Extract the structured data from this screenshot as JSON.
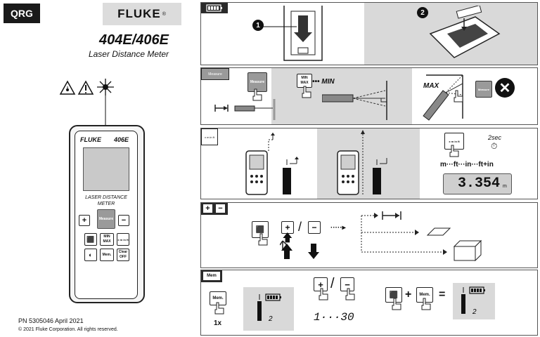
{
  "header": {
    "qrg": "QRG",
    "brand": "FLUKE",
    "brand_mark": "®",
    "model": "404E/406E",
    "subtitle": "Laser Distance Meter"
  },
  "device": {
    "brand": "FLUKE",
    "model": "406E",
    "label_line1": "LASER DISTANCE",
    "label_line2": "METER",
    "buttons": {
      "plus": "+",
      "minus": "−",
      "measure": "Measure",
      "minmax": "MIN MAX",
      "units": "x m in ft",
      "mem": "Mem.",
      "clear": "Clear OFF"
    }
  },
  "footer": {
    "pn": "PN 5305046  April 2021",
    "copyright": "© 2021 Fluke Corporation. All rights reserved."
  },
  "panel_battery": {
    "step1": "1",
    "step2": "2"
  },
  "panel_measure": {
    "tag": "Measure",
    "measure_btn": "Measure",
    "minmax_btn": "MIN MAX",
    "min_label": "••• MIN",
    "max_label": "MAX",
    "measure_btn_2": "Measure"
  },
  "panel_units": {
    "units_btn": "x m in ft",
    "time": "2sec",
    "sequence": "m···ft···in···ft+in",
    "reading": "3.354",
    "reading_unit": "m"
  },
  "panel_plusminus": {
    "plus": "+",
    "minus": "−",
    "slash": "/",
    "dots": "·····▸"
  },
  "panel_mem": {
    "tag": "Mem",
    "mem_btn": "Mem.",
    "count": "1x",
    "plus": "+",
    "minus": "−",
    "slash": "/",
    "range": "1···30",
    "op_plus": "+",
    "op_equals": "=",
    "mem_btn_2": "Mem."
  },
  "colors": {
    "dark": "#1a1a1a",
    "panel_gray": "#d9d9d9",
    "button_gray": "#9a9a9a"
  }
}
